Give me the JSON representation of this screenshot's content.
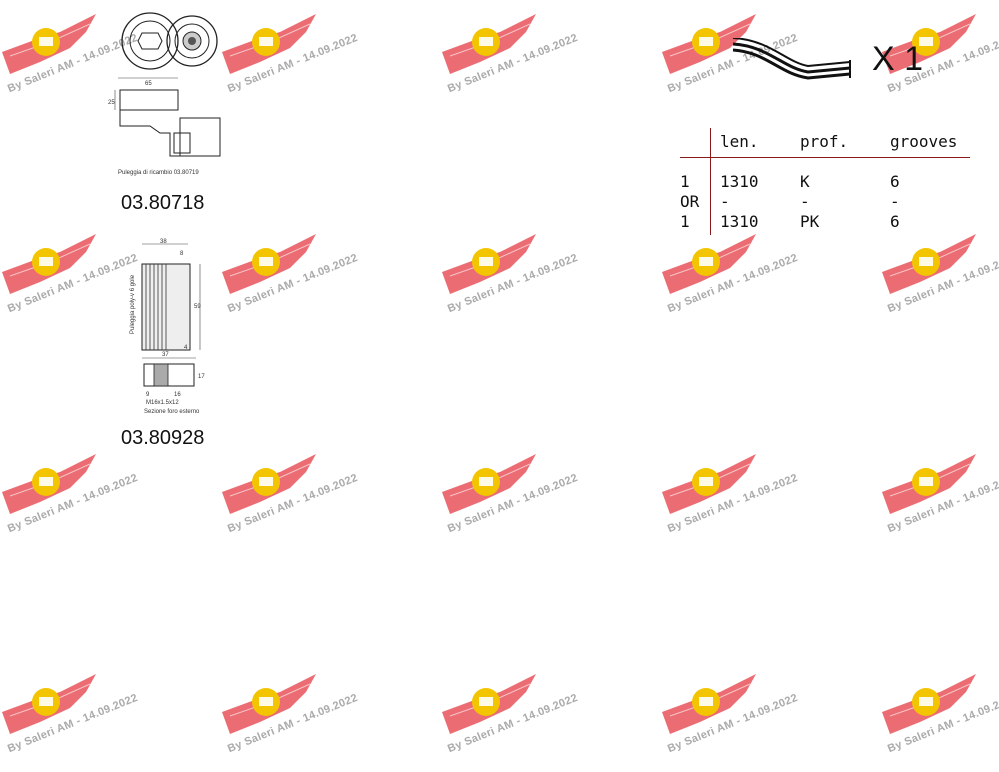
{
  "watermark": {
    "text": "By Saleri AM - 14.09.2022",
    "logo_color": "#e8545a",
    "logo_accent": "#f2c500"
  },
  "parts": [
    {
      "part_number": "03.80718",
      "caption": "Puleggia di ricambio 03.80719",
      "dims": [
        "65",
        "25"
      ]
    },
    {
      "part_number": "03.80928",
      "caption_side": "Puleggia poly-v 6 gole",
      "caption_bottom": "Sezione foro esterno",
      "thread": "M16x1.5x12",
      "dims": [
        "38",
        "8",
        "59",
        "4",
        "37",
        "17",
        "9",
        "16"
      ]
    }
  ],
  "belt": {
    "quantity_label": "X 1"
  },
  "spec_table": {
    "headers": [
      "",
      "len.",
      "prof.",
      "grooves"
    ],
    "rows": [
      [
        "1",
        "1310",
        "K",
        "6"
      ],
      [
        "OR",
        "-",
        "-",
        "-"
      ],
      [
        "1",
        "1310",
        "PK",
        "6"
      ]
    ]
  }
}
